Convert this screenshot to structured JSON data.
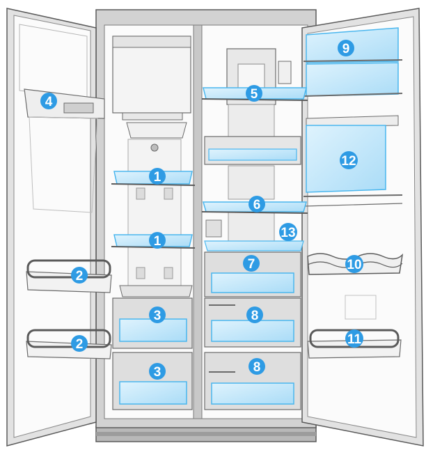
{
  "colors": {
    "badge": "#2e9be4",
    "badge_text": "#ffffff",
    "glass": "#bfe6fb",
    "glass_edge": "#49b6ee",
    "outline": "#5a5a5a",
    "cabinet": "#d2d2d2",
    "interior": "#fbfbfb"
  },
  "callouts": {
    "left_shelf_upper": "1",
    "left_shelf_lower": "1",
    "left_door_bin_upper": "2",
    "left_door_bin_lower": "2",
    "left_drawer_upper": "3",
    "left_drawer_lower": "3",
    "dispenser": "4",
    "right_shelf_upper": "5",
    "right_shelf_middle": "6",
    "right_drawer_top": "7",
    "right_drawer_middle": "8",
    "right_drawer_bottom": "8",
    "right_door_bin_top": "9",
    "right_door_bin_wavy": "10",
    "right_door_bin_bottom": "11",
    "right_door_large_bin": "12",
    "ice_maker": "13"
  }
}
